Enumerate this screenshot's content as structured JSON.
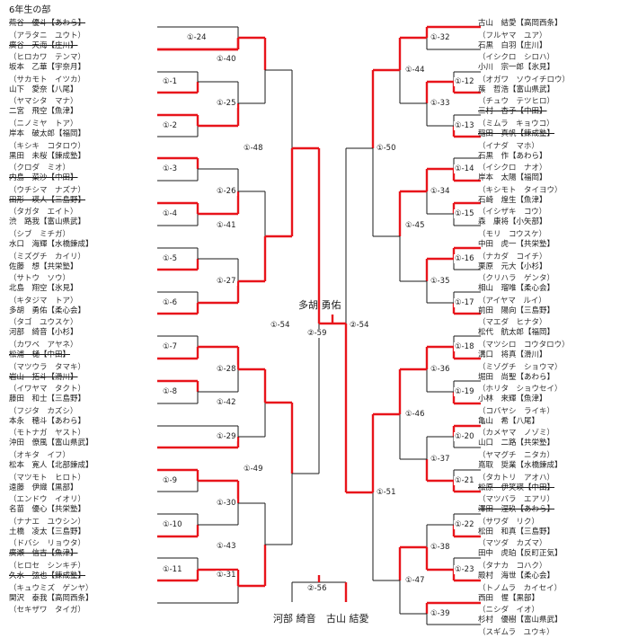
{
  "title": "6年生の部",
  "left_players": [
    {
      "kana": "",
      "name": "荒谷　優斗【あわら】",
      "del": true
    },
    {
      "kana": "（アラタニ　ユウト）",
      "name": "廣谷　天海【庄川】",
      "del": true
    },
    {
      "kana": "（ヒロカワ　テンマ）",
      "name": "坂本　乙華【宇奈月】"
    },
    {
      "kana": "（サカモト　イツカ）",
      "name": "山下　愛奈【八尾】"
    },
    {
      "kana": "（ヤマシタ　マナ）",
      "name": "二宮　飛空【魚津】"
    },
    {
      "kana": "（ニノミヤ　トア）",
      "name": "岸本　破太郎【福岡】"
    },
    {
      "kana": "（キシキ　コタロウ）",
      "name": "黒田　未桜【錬成塾】"
    },
    {
      "kana": "（クロダ　ミオ）",
      "name": "内島　菜沙【中田】",
      "del": true
    },
    {
      "kana": "（ウチシマ　ナズナ）",
      "name": "田形　瑛人【三島野】",
      "del": true
    },
    {
      "kana": "（タガタ　エイト）",
      "name": "渋　路我【富山県武】"
    },
    {
      "kana": "（シブ　ミチガ）",
      "name": "水口　海輝【水橋錬成】"
    },
    {
      "kana": "（ミズグチ　カイリ）",
      "name": "佐藤　想【共栄塾】"
    },
    {
      "kana": "（サトウ　ソウ）",
      "name": "北島　翔空【氷見】"
    },
    {
      "kana": "（キタジマ　トア）",
      "name": "多胡　勇佑【柔心会】"
    },
    {
      "kana": "（タゴ　ユウスケ）",
      "name": "河部　綺音【小杉】"
    },
    {
      "kana": "（カワベ　アヤネ）",
      "name": "松浦　樋【中田】",
      "del": true
    },
    {
      "kana": "（マツウラ　タマキ）",
      "name": "岩山　拓斗【滑川】",
      "del": true
    },
    {
      "kana": "（イワヤマ　タクト）",
      "name": "藤田　和士【三島野】"
    },
    {
      "kana": "（フジタ　カズシ）",
      "name": "本永　穂斗【あわら】"
    },
    {
      "kana": "（モトナガ　ヤスト）",
      "name": "沖田　僚風【富山県武】"
    },
    {
      "kana": "（オキタ　イフ）",
      "name": "松本　寛人【北部錬成】"
    },
    {
      "kana": "（マツモト　ヒロト）",
      "name": "遠藤　伊織【黒部】"
    },
    {
      "kana": "（エンドウ　イオリ）",
      "name": "名苗　優心【共栄塾】"
    },
    {
      "kana": "（ナナエ　ユウシン）",
      "name": "土橋　凌太【三島野】"
    },
    {
      "kana": "（ドバシ　リョウタ）",
      "name": "廣瀬　信吉【魚津】",
      "del": true
    },
    {
      "kana": "（ヒロセ　シンキチ）",
      "name": "久水　弦也【錬成塾】",
      "del": true
    },
    {
      "kana": "（キュウミズ　ゲンヤ）",
      "name": "関沢　泰我【高岡西条】"
    },
    {
      "kana": "（セキザワ　タイガ）",
      "name": ""
    }
  ],
  "right_players": [
    {
      "kana": "",
      "name": "古山　結愛【高岡西条】"
    },
    {
      "kana": "（フルヤマ　ユア）",
      "name": "石黒　白羽【庄川】"
    },
    {
      "kana": "（イシクロ　シロハ）",
      "name": "小川　宗一郎【氷見】"
    },
    {
      "kana": "（オガワ　ソウイチロウ）",
      "name": "蔟　哲浩【富山県武】"
    },
    {
      "kana": "（チュウ　テツヒロ）",
      "name": "三村　杏子【中田】",
      "del": true
    },
    {
      "kana": "（ミムラ　キョウコ）",
      "name": "稲田　真帆【錬成塾】",
      "del": true
    },
    {
      "kana": "（イナダ　マホ）",
      "name": "石黒　作【あわら】"
    },
    {
      "kana": "（イシクロ　ナオ）",
      "name": "岸本　太陽【福岡】"
    },
    {
      "kana": "（キシモト　タイヨウ）",
      "name": "石崎　煌生【魚津】"
    },
    {
      "kana": "（イシザキ　コウ）",
      "name": "森　康将【小矢部】"
    },
    {
      "kana": "（モリ　コウスケ）",
      "name": "中田　虎一【共栄塾】"
    },
    {
      "kana": "（ナカダ　コイチ）",
      "name": "栗原　元大【小杉】"
    },
    {
      "kana": "（クリハラ　ゲンタ）",
      "name": "相山　瑠唯【柔心会】"
    },
    {
      "kana": "（アイヤマ　ルイ）",
      "name": "前田　陽向【三島野】"
    },
    {
      "kana": "（マエダ　ヒナタ）",
      "name": "松代　航太郎【福岡】"
    },
    {
      "kana": "（マツシロ　コウタロウ）",
      "name": "溝口　将真【滑川】"
    },
    {
      "kana": "（ミゾグチ　ショウマ）",
      "name": "堀田　尚聖【あわら】"
    },
    {
      "kana": "（ホリタ　ショウセイ）",
      "name": "小林　来輝【魚津】"
    },
    {
      "kana": "（コバヤシ　ライキ）",
      "name": "亀山　希【八尾】"
    },
    {
      "kana": "（カメヤマ　ノゾミ）",
      "name": "山口　二路【共栄塾】"
    },
    {
      "kana": "（ヤマグチ　ニタカ）",
      "name": "嶌取　奨業【水橋錬成】"
    },
    {
      "kana": "（タカトリ　アオハ）",
      "name": "松原　伊笑瑛【中田】",
      "del": true
    },
    {
      "kana": "（マツバラ　エアリ）",
      "name": "澤田　涅玖【あわら】",
      "del": true
    },
    {
      "kana": "（サワダ　リク）",
      "name": "松田　和真【三島野】"
    },
    {
      "kana": "（マツダ　カズマ）",
      "name": "田中　虎珀【反町正気】"
    },
    {
      "kana": "（タナカ　コハク）",
      "name": "殿村　海世【柔心会】"
    },
    {
      "kana": "（トノムラ　カイセイ）",
      "name": "西田　惺【黒部】"
    },
    {
      "kana": "（ニシダ　イオ）",
      "name": "杉村　優樹【富山県武】"
    },
    {
      "kana": "（スギムラ　ユウキ）",
      "name": ""
    }
  ],
  "match_labels_left": {
    "m24": "①-24",
    "m40": "①-40",
    "m1": "①-1",
    "m25": "①-25",
    "m2": "①-2",
    "m48": "①-48",
    "m3": "①-3",
    "m26": "①-26",
    "m4": "①-4",
    "m41": "①-41",
    "m5": "①-5",
    "m27": "①-27",
    "m6": "①-6",
    "m54": "①-54",
    "m7": "①-7",
    "m28": "①-28",
    "m8": "①-8",
    "m42": "①-42",
    "m29": "①-29",
    "m49": "①-49",
    "m9": "①-9",
    "m30": "①-30",
    "m10": "①-10",
    "m43": "①-43",
    "m11": "①-11",
    "m31": "①-31"
  },
  "match_labels_right": {
    "m32": "①-32",
    "m44": "①-44",
    "m12": "①-12",
    "m33": "①-33",
    "m13": "①-13",
    "m50": "①-50",
    "m14": "①-14",
    "m34": "①-34",
    "m15": "①-15",
    "m45": "①-45",
    "m16": "①-16",
    "m35": "①-35",
    "m17": "①-17",
    "m2_54": "②-54",
    "m18": "①-18",
    "m36": "①-36",
    "m19": "①-19",
    "m46": "①-46",
    "m20": "①-20",
    "m37": "①-37",
    "m21": "①-21",
    "m51": "①-51",
    "m22": "①-22",
    "m38": "①-38",
    "m23": "①-23",
    "m47": "①-47",
    "m39": "①-39"
  },
  "final_label": "②-59",
  "champion": "多胡 勇佑",
  "third_label": "②-56",
  "third_left": "河部 綺音",
  "third_right": "古山 結愛",
  "colors": {
    "win": "#e8141b",
    "line": "#1a1a1a"
  }
}
